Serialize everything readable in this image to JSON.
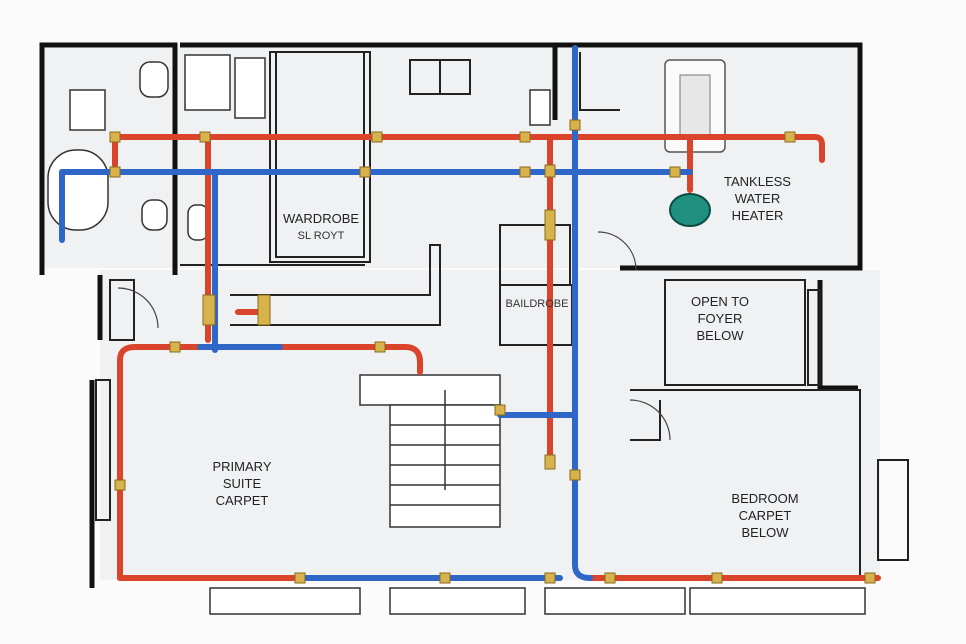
{
  "labels": {
    "wardrobe": "WARDROBE",
    "wardrobe_sub": "SL ROYT",
    "tankless": "TANKLESS\nWATER\nHEATER",
    "open_foyer": "OPEN TO\nFOYER\nBELOW",
    "bairdrobe": "BAILDROBE",
    "primary_suite": "PRIMARY\nSUITE\nCARPET",
    "bedroom": "BEDROOM\nCARPET\nBELOW"
  },
  "colors": {
    "hot_pipe": "#d9442a",
    "cold_pipe": "#2f67c8",
    "fitting": "#d8b24a",
    "wall": "#111111",
    "pump": "#1f8f7f"
  }
}
